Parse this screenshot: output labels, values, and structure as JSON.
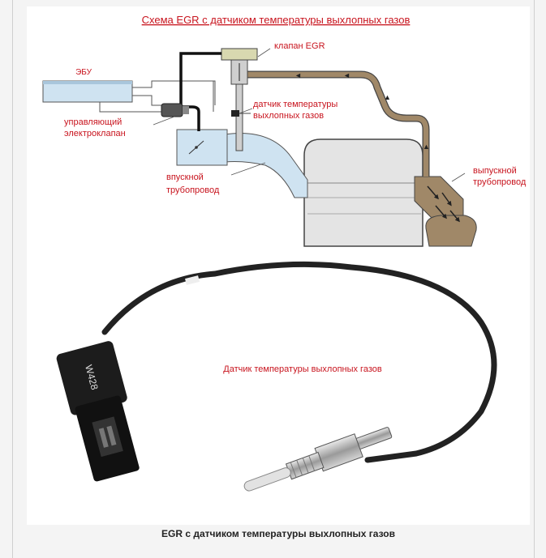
{
  "diagram": {
    "title": "Схема EGR с датчиком температуры выхлопных газов",
    "labels": {
      "ecu": "ЭБУ",
      "egr_valve": "клапан EGR",
      "sensor_line1": "датчик температуры",
      "sensor_line2": "выхлопных газов",
      "solenoid_line1": "управляющий",
      "solenoid_line2": "электроклапан",
      "intake_line1": "впускной",
      "intake_line2": "трубопровод",
      "exhaust_line1": "выпускной",
      "exhaust_line2": "трубопровод"
    },
    "colors": {
      "label_red": "#c8141e",
      "pipe_tan": "#a08868",
      "body_blue": "#cfe3f1"
    }
  },
  "photo": {
    "sensor_label": "Датчик температуры выхлопных газов",
    "connector_marking": "W428"
  },
  "caption": "EGR с датчиком температуры выхлопных газов"
}
